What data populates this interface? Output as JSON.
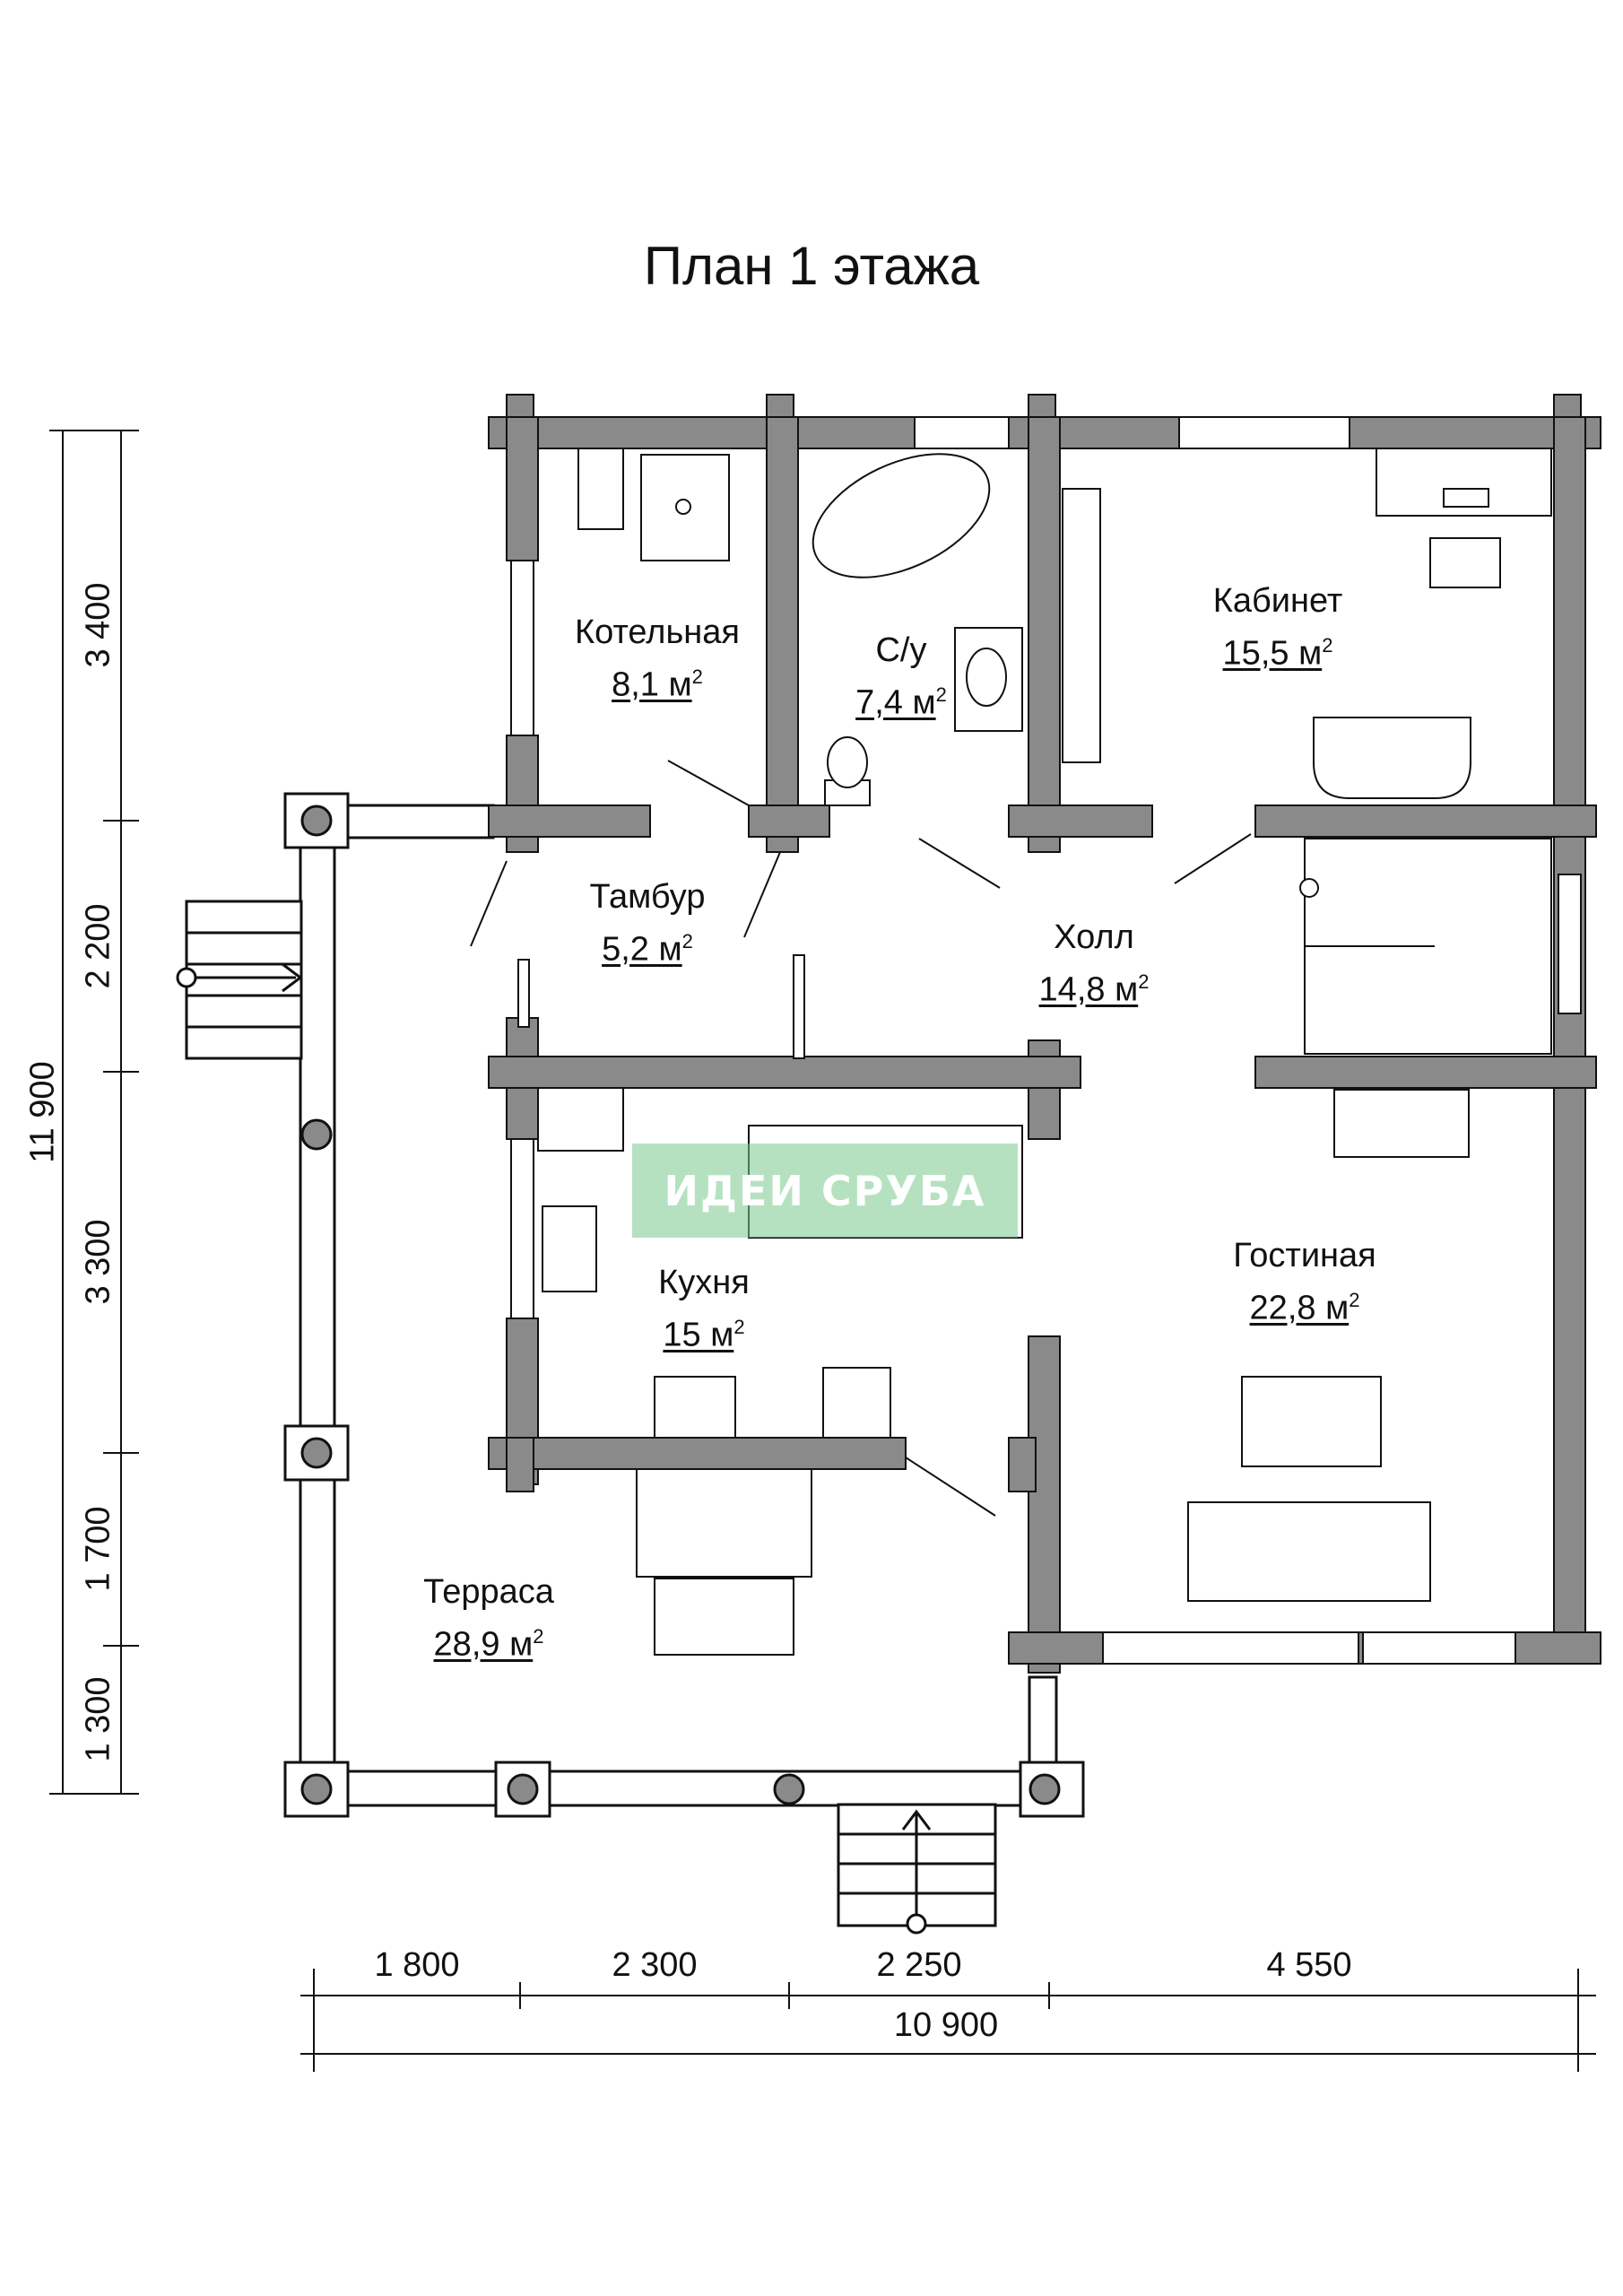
{
  "title": "План 1 этажа",
  "rooms": [
    {
      "name": "Котельная",
      "area": "8,1 м",
      "sup": "2"
    },
    {
      "name": "С/у",
      "area": "7,4 м",
      "sup": "2"
    },
    {
      "name": "Кабинет",
      "area": "15,5 м",
      "sup": "2"
    },
    {
      "name": "Тамбур",
      "area": "5,2 м",
      "sup": "2"
    },
    {
      "name": "Холл",
      "area": "14,8 м",
      "sup": "2"
    },
    {
      "name": "Кухня",
      "area": "15 м",
      "sup": "2"
    },
    {
      "name": "Гостиная",
      "area": "22,8 м",
      "sup": "2"
    },
    {
      "name": "Терраса",
      "area": "28,9 м",
      "sup": "2"
    }
  ],
  "dims_bottom": [
    "1 800",
    "2 300",
    "2 250",
    "4 550"
  ],
  "dim_total_bottom": "10 900",
  "dims_left": [
    "3 400",
    "2 200",
    "3 300",
    "1 700",
    "1 300"
  ],
  "dim_total_left": "11 900",
  "watermark": "ИДЕИ СРУБА",
  "colors": {
    "wall": "#8a8a8a",
    "line": "#111111",
    "watermark": "#7cc890"
  }
}
